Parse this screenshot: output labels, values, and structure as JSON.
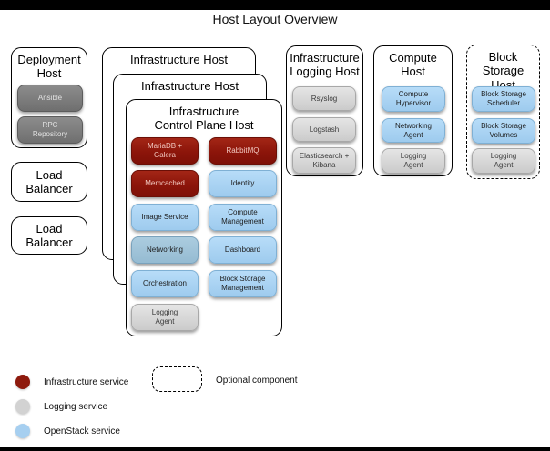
{
  "title": "Host Layout Overview",
  "hosts": {
    "deployment": {
      "title": "Deployment\nHost",
      "services": [
        {
          "label": "Ansible",
          "type": "deployment"
        },
        {
          "label": "RPC\nRepository",
          "type": "deployment"
        }
      ]
    },
    "load_balancer_1": {
      "title": "Load\nBalancer"
    },
    "load_balancer_2": {
      "title": "Load\nBalancer"
    },
    "infrastructure_back": {
      "title": "Infrastructure Host"
    },
    "infrastructure_middle": {
      "title": "Infrastructure Host"
    },
    "control_plane": {
      "title": "Infrastructure\nControl Plane Host",
      "services": [
        {
          "label": "MariaDB +\nGalera",
          "type": "infrastructure"
        },
        {
          "label": "RabbitMQ",
          "type": "infrastructure"
        },
        {
          "label": "Memcached",
          "type": "infrastructure"
        },
        {
          "label": "Identity",
          "type": "openstack"
        },
        {
          "label": "Image Service",
          "type": "openstack"
        },
        {
          "label": "Compute\nManagement",
          "type": "openstack"
        },
        {
          "label": "Networking",
          "type": "openstack"
        },
        {
          "label": "Dashboard",
          "type": "openstack"
        },
        {
          "label": "Orchestration",
          "type": "openstack"
        },
        {
          "label": "Block Storage\nManagement",
          "type": "openstack"
        },
        {
          "label": "Logging\nAgent",
          "type": "logging"
        }
      ]
    },
    "logging_host": {
      "title": "Infrastructure\nLogging Host",
      "services": [
        {
          "label": "Rsyslog",
          "type": "logging"
        },
        {
          "label": "Logstash",
          "type": "logging"
        },
        {
          "label": "Elasticsearch +\nKibana",
          "type": "logging"
        }
      ]
    },
    "compute_host": {
      "title": "Compute\nHost",
      "services": [
        {
          "label": "Compute\nHypervisor",
          "type": "openstack"
        },
        {
          "label": "Networking\nAgent",
          "type": "openstack"
        },
        {
          "label": "Logging\nAgent",
          "type": "logging"
        }
      ]
    },
    "block_storage_host": {
      "title": "Block Storage\nHost",
      "optional": true,
      "services": [
        {
          "label": "Block Storage\nScheduler",
          "type": "openstack"
        },
        {
          "label": "Block Storage\nVolumes",
          "type": "openstack"
        },
        {
          "label": "Logging\nAgent",
          "type": "logging"
        }
      ]
    }
  },
  "legend": {
    "items": [
      {
        "label": "Infrastructure service",
        "color": "#8e1a0d"
      },
      {
        "label": "Logging service",
        "color": "#d2d2d2"
      },
      {
        "label": "OpenStack service",
        "color": "#a6cff0"
      }
    ],
    "optional_label": "Optional component"
  },
  "colors": {
    "infrastructure_service": "#8c150a",
    "openstack_service": "#a6cff0",
    "logging_service": "#d2d2d2",
    "deployment_tool": "#7c7c7c",
    "letterbox": "#000000"
  }
}
